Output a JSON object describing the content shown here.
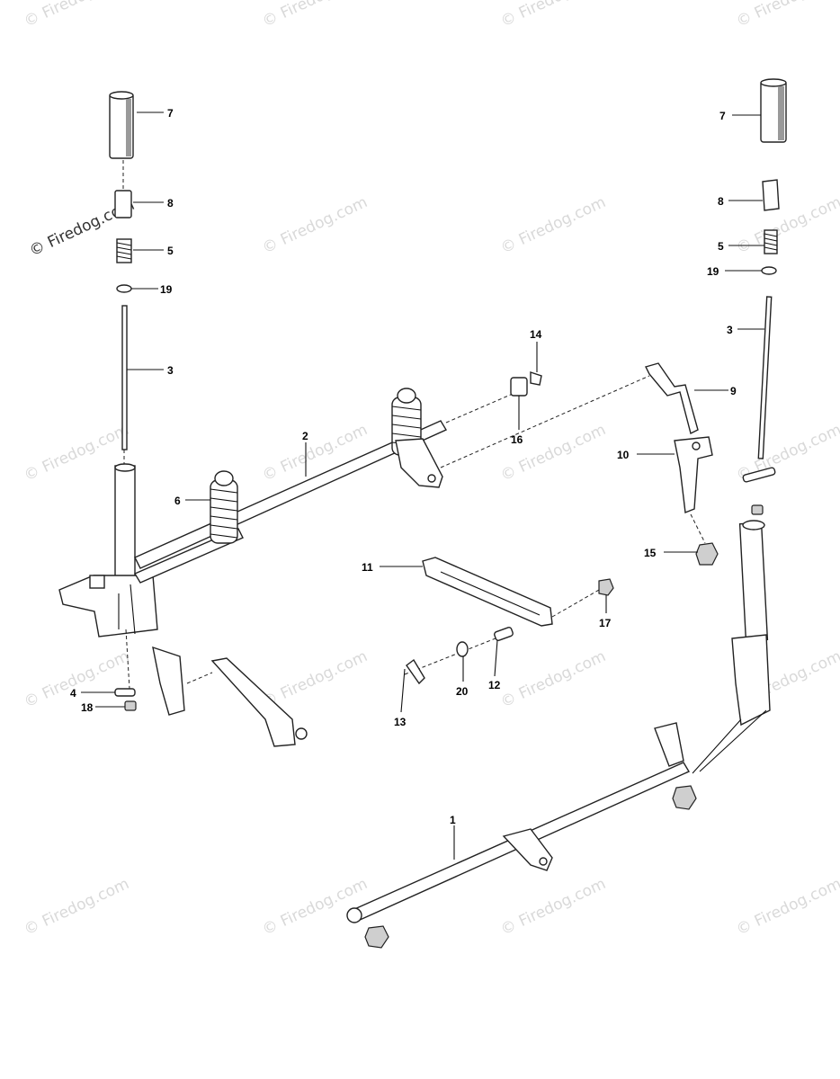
{
  "watermark": {
    "text": "© Firedog.com"
  },
  "stamp": {
    "text": "© Firedog.com"
  },
  "callouts": {
    "l7": "7",
    "l8": "8",
    "l5": "5",
    "l19": "19",
    "l3": "3",
    "r7": "7",
    "r8": "8",
    "r5": "5",
    "r19": "19",
    "r3": "3",
    "c14": "14",
    "c9": "9",
    "c2": "2",
    "c16": "16",
    "c10": "10",
    "c6": "6",
    "c15": "15",
    "c11": "11",
    "c17": "17",
    "c4": "4",
    "c18": "18",
    "c20": "20",
    "c12": "12",
    "c13": "13",
    "c1": "1"
  }
}
